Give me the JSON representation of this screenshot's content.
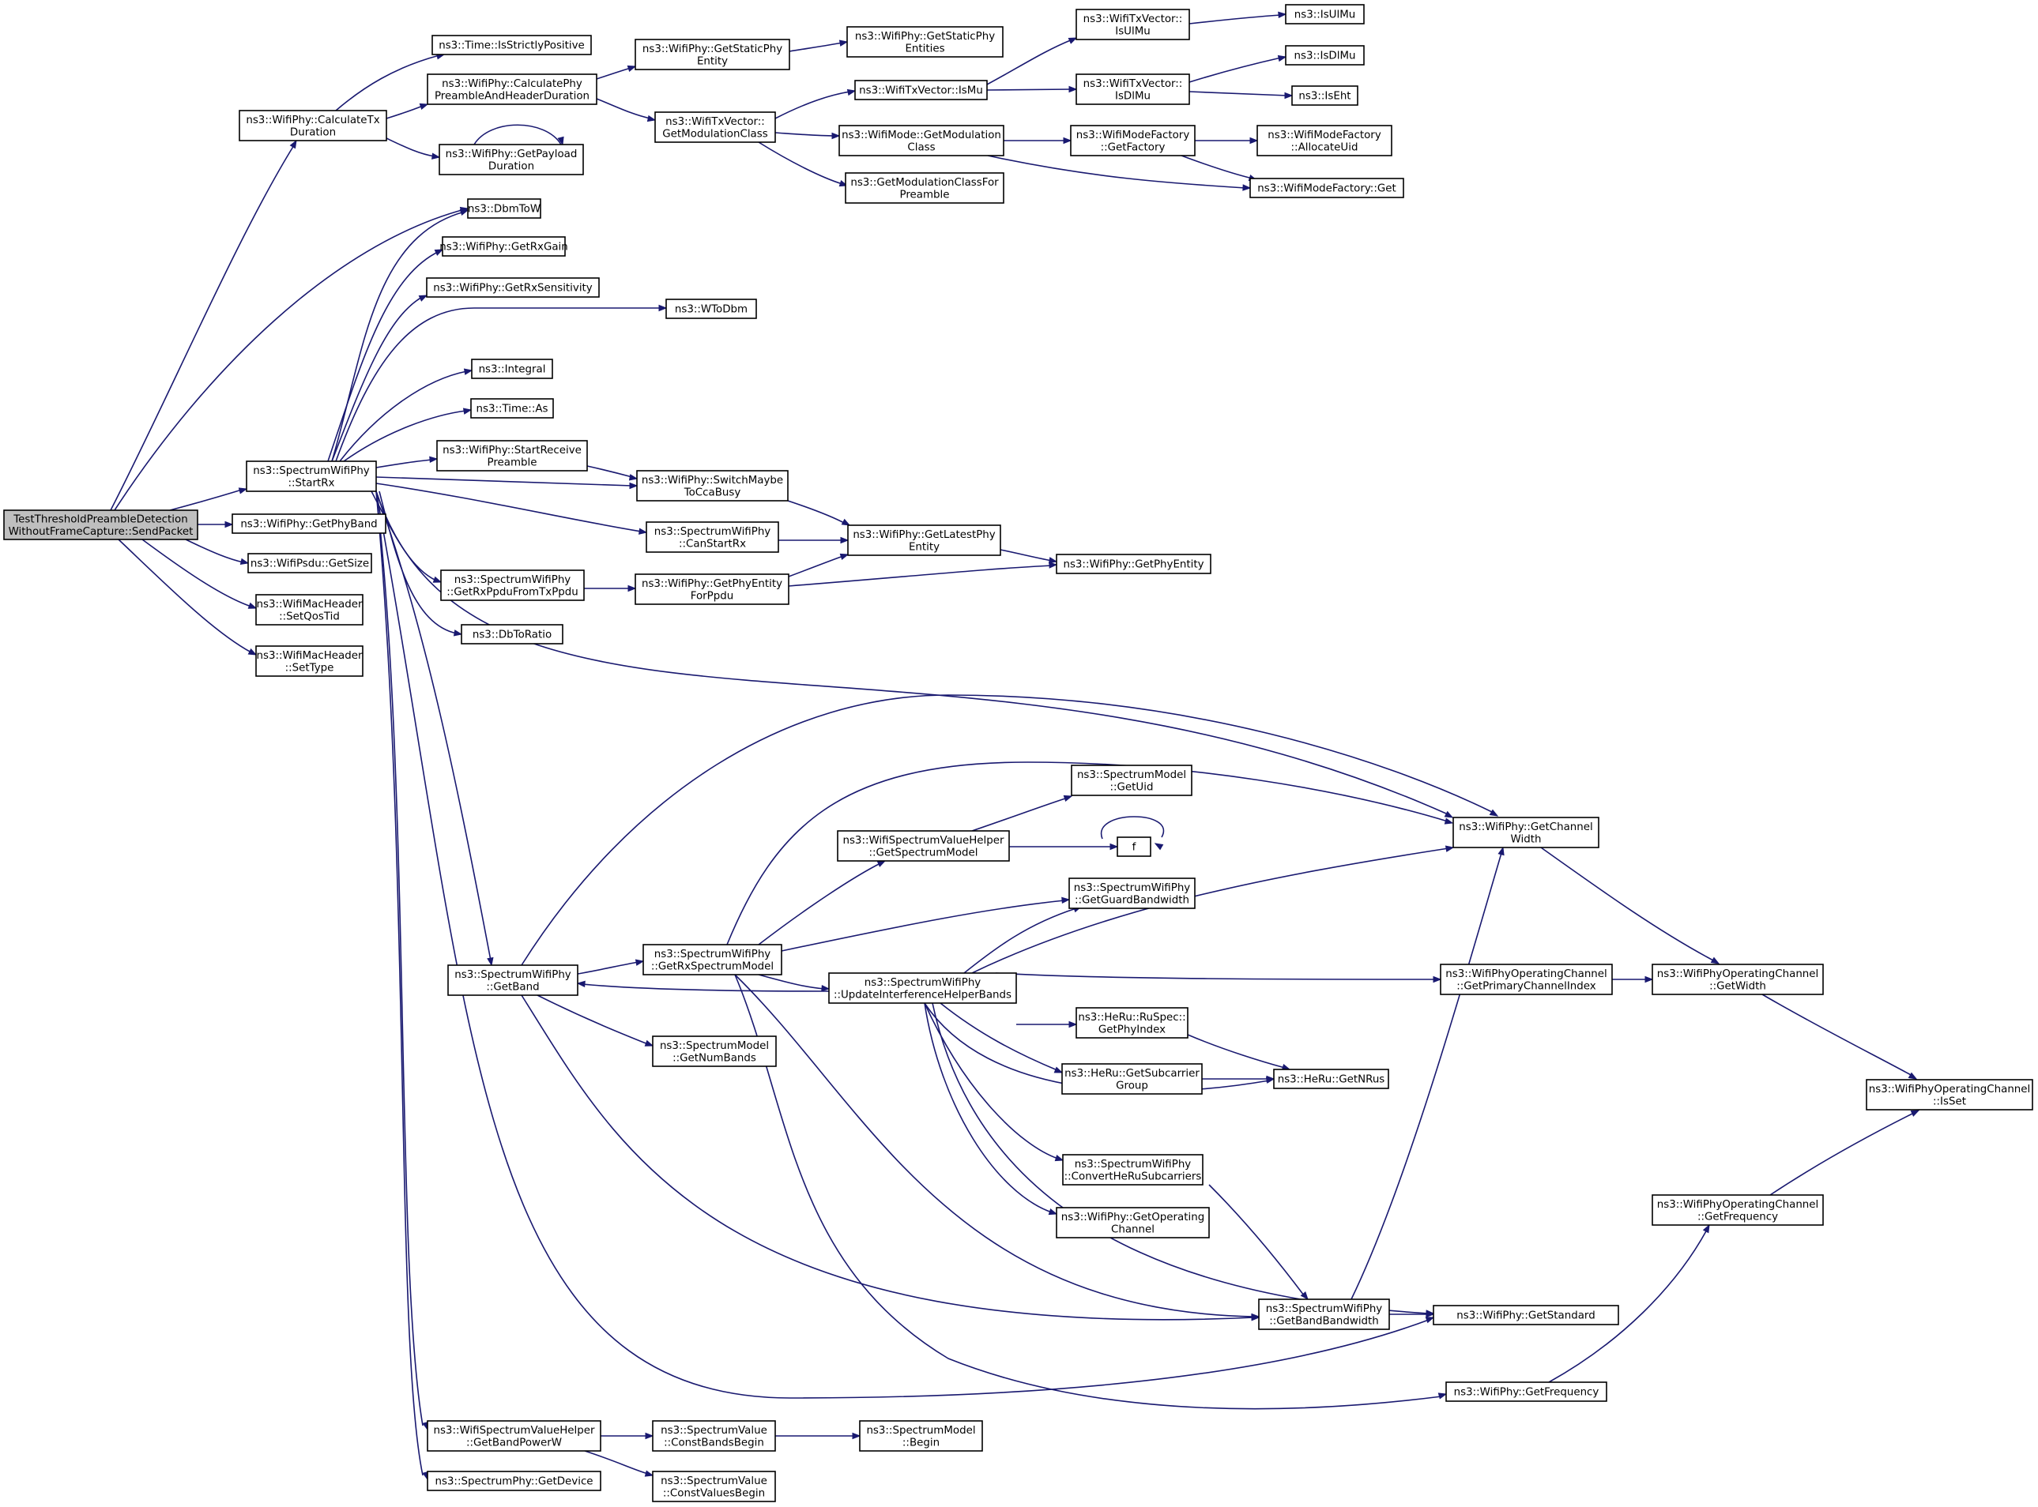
{
  "diagram": {
    "edge_color": "#191970",
    "root_fill": "#bfbfbf",
    "nodes": [
      {
        "id": "root",
        "lines": [
          "TestThresholdPreambleDetection",
          "WithoutFrameCapture::SendPacket"
        ],
        "root": true
      },
      {
        "id": "calcTx",
        "lines": [
          "ns3::WifiPhy::CalculateTx",
          "Duration"
        ]
      },
      {
        "id": "startRxS",
        "lines": [
          "ns3::SpectrumWifiPhy",
          "::StartRx"
        ]
      },
      {
        "id": "getPhyBand",
        "lines": [
          "ns3::WifiPhy::GetPhyBand"
        ]
      },
      {
        "id": "psduSize",
        "lines": [
          "ns3::WifiPsdu::GetSize"
        ]
      },
      {
        "id": "setQos",
        "lines": [
          "ns3::WifiMacHeader",
          "::SetQosTid"
        ]
      },
      {
        "id": "setType",
        "lines": [
          "ns3::WifiMacHeader",
          "::SetType"
        ]
      },
      {
        "id": "isStrict",
        "lines": [
          "ns3::Time::IsStrictlyPositive"
        ]
      },
      {
        "id": "calcPre",
        "lines": [
          "ns3::WifiPhy::CalculatePhy",
          "PreambleAndHeaderDuration"
        ]
      },
      {
        "id": "payload",
        "lines": [
          "ns3::WifiPhy::GetPayload",
          "Duration"
        ]
      },
      {
        "id": "staticPhy",
        "lines": [
          "ns3::WifiPhy::GetStaticPhy",
          "Entity"
        ]
      },
      {
        "id": "staticPhies",
        "lines": [
          "ns3::WifiPhy::GetStaticPhy",
          "Entities"
        ]
      },
      {
        "id": "txModClass",
        "lines": [
          "ns3::WifiTxVector::",
          "GetModulationClass"
        ]
      },
      {
        "id": "txIsMu",
        "lines": [
          "ns3::WifiTxVector::IsMu"
        ]
      },
      {
        "id": "modeModClass",
        "lines": [
          "ns3::WifiMode::GetModulation",
          "Class"
        ]
      },
      {
        "id": "modClassPre",
        "lines": [
          "ns3::GetModulationClassFor",
          "Preamble"
        ]
      },
      {
        "id": "txIsUlMu",
        "lines": [
          "ns3::WifiTxVector::",
          "IsUlMu"
        ]
      },
      {
        "id": "txIsDlMu",
        "lines": [
          "ns3::WifiTxVector::",
          "IsDlMu"
        ]
      },
      {
        "id": "isUlMu",
        "lines": [
          "ns3::IsUlMu"
        ]
      },
      {
        "id": "isDlMu",
        "lines": [
          "ns3::IsDlMu"
        ]
      },
      {
        "id": "isEht",
        "lines": [
          "ns3::IsEht"
        ]
      },
      {
        "id": "getFactory",
        "lines": [
          "ns3::WifiModeFactory",
          "::GetFactory"
        ]
      },
      {
        "id": "allocUid",
        "lines": [
          "ns3::WifiModeFactory",
          "::AllocateUid"
        ]
      },
      {
        "id": "factGet",
        "lines": [
          "ns3::WifiModeFactory::Get"
        ]
      },
      {
        "id": "dbmToW",
        "lines": [
          "ns3::DbmToW"
        ]
      },
      {
        "id": "rxGain",
        "lines": [
          "ns3::WifiPhy::GetRxGain"
        ]
      },
      {
        "id": "rxSens",
        "lines": [
          "ns3::WifiPhy::GetRxSensitivity"
        ]
      },
      {
        "id": "wToDbm",
        "lines": [
          "ns3::WToDbm"
        ]
      },
      {
        "id": "integral",
        "lines": [
          "ns3::Integral"
        ]
      },
      {
        "id": "timeAs",
        "lines": [
          "ns3::Time::As"
        ]
      },
      {
        "id": "startRecv",
        "lines": [
          "ns3::WifiPhy::StartReceive",
          "Preamble"
        ]
      },
      {
        "id": "switchCca",
        "lines": [
          "ns3::WifiPhy::SwitchMaybe",
          "ToCcaBusy"
        ]
      },
      {
        "id": "canStart",
        "lines": [
          "ns3::SpectrumWifiPhy",
          "::CanStartRx"
        ]
      },
      {
        "id": "latestPhy",
        "lines": [
          "ns3::WifiPhy::GetLatestPhy",
          "Entity"
        ]
      },
      {
        "id": "phyEntity",
        "lines": [
          "ns3::WifiPhy::GetPhyEntity"
        ]
      },
      {
        "id": "rxPpdu",
        "lines": [
          "ns3::SpectrumWifiPhy",
          "::GetRxPpduFromTxPpdu"
        ]
      },
      {
        "id": "phyEntPpdu",
        "lines": [
          "ns3::WifiPhy::GetPhyEntity",
          "ForPpdu"
        ]
      },
      {
        "id": "dbToRatio",
        "lines": [
          "ns3::DbToRatio"
        ]
      },
      {
        "id": "chWidth",
        "lines": [
          "ns3::WifiPhy::GetChannel",
          "Width"
        ]
      },
      {
        "id": "smUid",
        "lines": [
          "ns3::SpectrumModel",
          "::GetUid"
        ]
      },
      {
        "id": "wsvhModel",
        "lines": [
          "ns3::WifiSpectrumValueHelper",
          "::GetSpectrumModel"
        ]
      },
      {
        "id": "fn",
        "lines": [
          "f"
        ]
      },
      {
        "id": "guardBw",
        "lines": [
          "ns3::SpectrumWifiPhy",
          "::GetGuardBandwidth"
        ]
      },
      {
        "id": "rxModel",
        "lines": [
          "ns3::SpectrumWifiPhy",
          "::GetRxSpectrumModel"
        ]
      },
      {
        "id": "getBand",
        "lines": [
          "ns3::SpectrumWifiPhy",
          "::GetBand"
        ]
      },
      {
        "id": "numBands",
        "lines": [
          "ns3::SpectrumModel",
          "::GetNumBands"
        ]
      },
      {
        "id": "updIhb",
        "lines": [
          "ns3::SpectrumWifiPhy",
          "::UpdateInterferenceHelperBands"
        ]
      },
      {
        "id": "primIdx",
        "lines": [
          "ns3::WifiPhyOperatingChannel",
          "::GetPrimaryChannelIndex"
        ]
      },
      {
        "id": "opWidth",
        "lines": [
          "ns3::WifiPhyOperatingChannel",
          "::GetWidth"
        ]
      },
      {
        "id": "ruPhyIdx",
        "lines": [
          "ns3::HeRu::RuSpec::",
          "GetPhyIndex"
        ]
      },
      {
        "id": "subGroup",
        "lines": [
          "ns3::HeRu::GetSubcarrier",
          "Group"
        ]
      },
      {
        "id": "nRus",
        "lines": [
          "ns3::HeRu::GetNRus"
        ]
      },
      {
        "id": "isSet",
        "lines": [
          "ns3::WifiPhyOperatingChannel",
          "::IsSet"
        ]
      },
      {
        "id": "convHeRu",
        "lines": [
          "ns3::SpectrumWifiPhy",
          "::ConvertHeRuSubcarriers"
        ]
      },
      {
        "id": "getOpCh",
        "lines": [
          "ns3::WifiPhy::GetOperating",
          "Channel"
        ]
      },
      {
        "id": "opFreq",
        "lines": [
          "ns3::WifiPhyOperatingChannel",
          "::GetFrequency"
        ]
      },
      {
        "id": "bandBw",
        "lines": [
          "ns3::SpectrumWifiPhy",
          "::GetBandBandwidth"
        ]
      },
      {
        "id": "getStd",
        "lines": [
          "ns3::WifiPhy::GetStandard"
        ]
      },
      {
        "id": "getFreq",
        "lines": [
          "ns3::WifiPhy::GetFrequency"
        ]
      },
      {
        "id": "bandPow",
        "lines": [
          "ns3::WifiSpectrumValueHelper",
          "::GetBandPowerW"
        ]
      },
      {
        "id": "cbb",
        "lines": [
          "ns3::SpectrumValue",
          "::ConstBandsBegin"
        ]
      },
      {
        "id": "smBegin",
        "lines": [
          "ns3::SpectrumModel",
          "::Begin"
        ]
      },
      {
        "id": "cvb",
        "lines": [
          "ns3::SpectrumValue",
          "::ConstValuesBegin"
        ]
      },
      {
        "id": "getDevice",
        "lines": [
          "ns3::SpectrumPhy::GetDevice"
        ]
      }
    ]
  }
}
